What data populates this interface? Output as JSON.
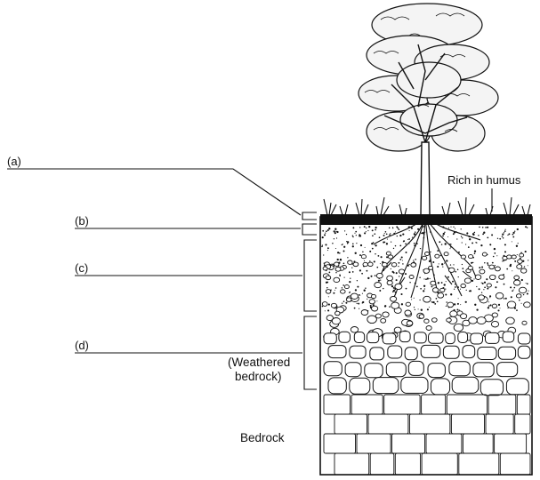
{
  "labels": {
    "a": "(a)",
    "b": "(b)",
    "c": "(c)",
    "d": "(d)",
    "humus": "Rich in humus",
    "weathered_line1": "(Weathered",
    "weathered_line2": "bedrock)",
    "bedrock": "Bedrock"
  },
  "colors": {
    "ink": "#111111",
    "paper": "#ffffff"
  }
}
